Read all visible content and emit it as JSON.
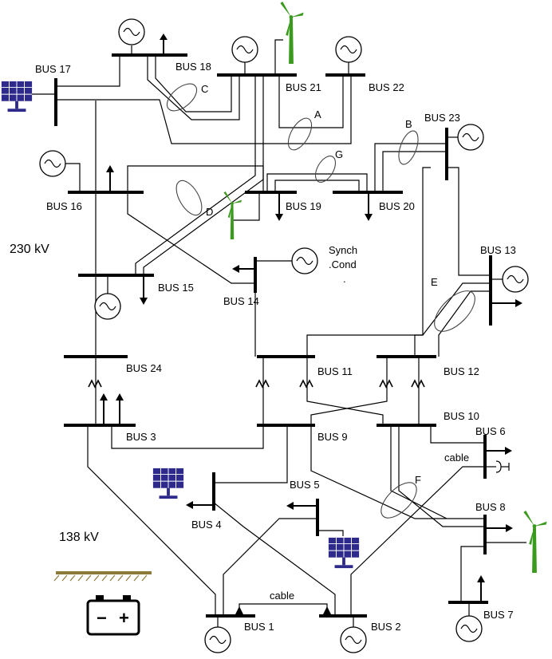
{
  "buses": {
    "b1": "BUS 1",
    "b2": "BUS 2",
    "b3": "BUS 3",
    "b4": "BUS 4",
    "b5": "BUS 5",
    "b6": "BUS 6",
    "b7": "BUS 7",
    "b8": "BUS 8",
    "b9": "BUS 9",
    "b10": "BUS 10",
    "b11": "BUS 11",
    "b12": "BUS 12",
    "b13": "BUS 13",
    "b14": "BUS 14",
    "b15": "BUS 15",
    "b16": "BUS 16",
    "b17": "BUS 17",
    "b18": "BUS 18",
    "b19": "BUS 19",
    "b20": "BUS 20",
    "b21": "BUS 21",
    "b22": "BUS 22",
    "b23": "BUS 23",
    "b24": "BUS 24"
  },
  "corridors": {
    "a": "A",
    "b": "B",
    "c": "C",
    "d": "D",
    "e": "E",
    "f": "F",
    "g": "G"
  },
  "voltage": {
    "hv": "230 kV",
    "lv": "138 kV"
  },
  "labels": {
    "synch_line1": "Synch",
    "synch_line2": ".Cond",
    "synch_line3": ".",
    "cable_top": "cable",
    "cable_bottom": "cable"
  },
  "battery": {
    "minus": "−",
    "plus": "+"
  },
  "colors": {
    "line": "#000000",
    "wind": "#3a9a1e",
    "solar": "#2e2a8c",
    "ground": "#8b7a3a"
  }
}
